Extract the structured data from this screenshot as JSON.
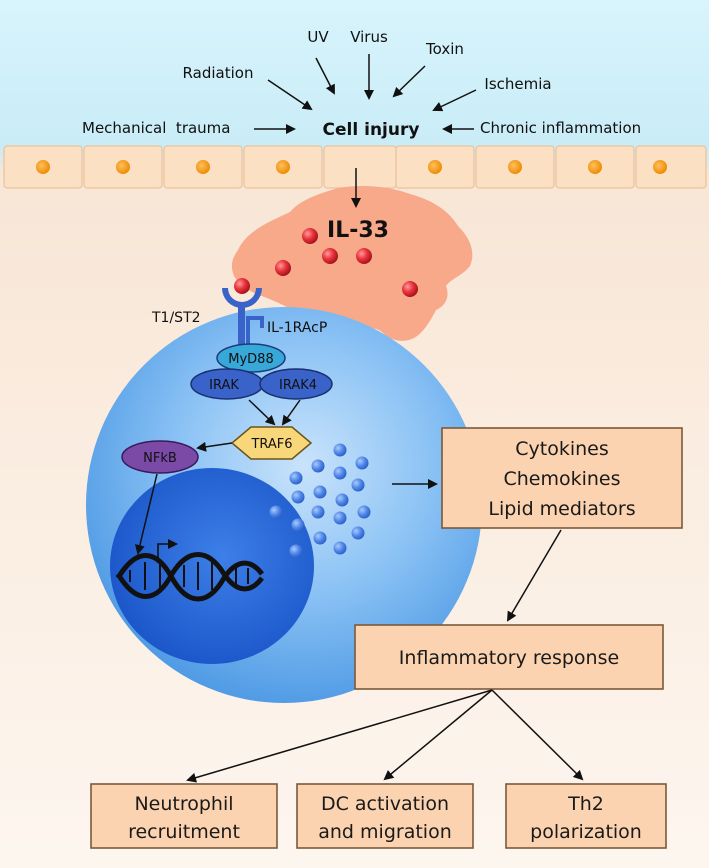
{
  "injury_causes": {
    "uv": "UV",
    "virus": "Virus",
    "toxin": "Toxin",
    "radiation": "Radiation",
    "ischemia": "Ischemia",
    "mechanical_trauma": "Mechanical  trauma",
    "chronic_inflammation": "Chronic inflammation"
  },
  "cell_injury": "Cell injury",
  "il33": "IL-33",
  "receptor": {
    "t1st2": "T1/ST2",
    "il1racp": "IL-1RAcP"
  },
  "signaling": {
    "myd88": "MyD88",
    "irak": "IRAK",
    "irak4": "IRAK4",
    "traf6": "TRAF6",
    "nfkb": "NFkB"
  },
  "mediators_box": {
    "line1": "Cytokines",
    "line2": "Chemokines",
    "line3": "Lipid mediators"
  },
  "inflammatory_box": "Inflammatory response",
  "outcomes": {
    "neutrophil": [
      "Neutrophil",
      "recruitment"
    ],
    "dc": [
      "DC activation",
      "and migration"
    ],
    "th2": [
      "Th2",
      "polarization"
    ]
  },
  "colors": {
    "sky_top": "#d6f2fb",
    "background_bottom": "#fdf4ec",
    "epithelium": "#fbe0c4",
    "nucleus_dot": "#f39a12",
    "il33_cell": "#f7a98a",
    "il33_particle": "#e8323c",
    "immune_cell": "#5fa9ee",
    "nucleus": "#1f63d6",
    "receptor": "#3a63c9",
    "box_fill": "#fbd3b0",
    "traf6": "#f8d67a",
    "nfkb": "#7a4aa6"
  }
}
